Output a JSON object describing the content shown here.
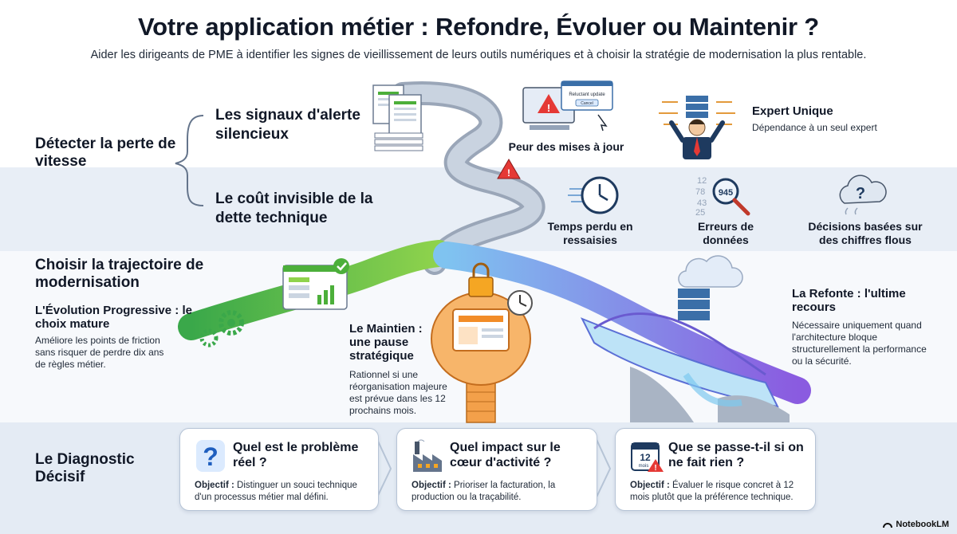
{
  "title": "Votre application métier : Refondre, Évoluer ou Maintenir ?",
  "subtitle": "Aider les dirigeants de PME à identifier les signes de vieillissement de leurs outils numériques et à choisir la stratégie de modernisation la plus rentable.",
  "section1": {
    "title": "Détecter la perte de vitesse",
    "branch1": "Les signaux d'alerte silencieux",
    "branch2": "Le coût invisible de la dette technique",
    "dialog_title": "Reluctant update",
    "dialog_button": "Cancel",
    "signals": [
      {
        "label": "Peur des mises à jour",
        "icon": "monitor-warning-icon"
      },
      {
        "label": "Expert Unique",
        "desc": "Dépendance à un seul expert",
        "icon": "expert-icon"
      }
    ],
    "costs": [
      {
        "label": "Temps perdu en ressaisies",
        "icon": "clock-icon"
      },
      {
        "label": "Erreurs de données",
        "icon": "magnifier-icon",
        "value": "945"
      },
      {
        "label": "Décisions basées sur des chiffres flous",
        "icon": "cloud-question-icon"
      }
    ],
    "numbers": [
      "12",
      "78",
      "43",
      "25"
    ]
  },
  "section2": {
    "title": "Choisir la trajectoire de modernisation",
    "paths": [
      {
        "title": "L'Évolution Progressive : le choix mature",
        "desc": "Améliore les points de friction sans risquer de perdre dix ans de règles métier.",
        "color": "#4caf3a"
      },
      {
        "title": "Le Maintien : une pause stratégique",
        "desc": "Rationnel si une réorganisation majeure est prévue dans les 12 prochains mois.",
        "color": "#f28c28"
      },
      {
        "title": "La Refonte : l'ultime recours",
        "desc": "Nécessaire uniquement quand l'architecture bloque structurellement la performance ou la sécurité.",
        "color": "#7b5cd6"
      }
    ]
  },
  "section3": {
    "title": "Le Diagnostic Décisif",
    "objective_label": "Objectif :",
    "calendar_day": "12",
    "calendar_unit": "mois",
    "cards": [
      {
        "question": "Quel est le problème réel ?",
        "objective": "Distinguer un souci technique d'un processus métier mal défini.",
        "icon": "question-mark-icon"
      },
      {
        "question": "Quel impact sur le cœur d'activité ?",
        "objective": "Prioriser la facturation, la production ou la traçabilité.",
        "icon": "factory-icon"
      },
      {
        "question": "Que se passe-t-il si on ne fait rien ?",
        "objective": "Évaluer le risque concret à 12 mois plutôt que la préférence technique.",
        "icon": "calendar-warning-icon"
      }
    ]
  },
  "brand": "NotebookLM"
}
